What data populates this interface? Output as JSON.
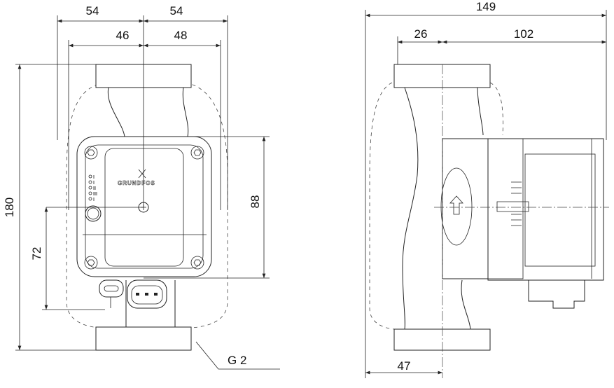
{
  "front_view": {
    "dim_top_left": "54",
    "dim_top_right": "54",
    "dim_inner_left": "46",
    "dim_inner_right": "48",
    "dim_total_height": "180",
    "dim_axis_height": "72",
    "dim_head_height": "88",
    "thread_label": "G 2",
    "logo_text": "GRUNDFOS"
  },
  "side_view": {
    "dim_total_length": "149",
    "dim_flange_to_axis": "26",
    "dim_axis_to_end": "102",
    "dim_bottom": "47"
  }
}
